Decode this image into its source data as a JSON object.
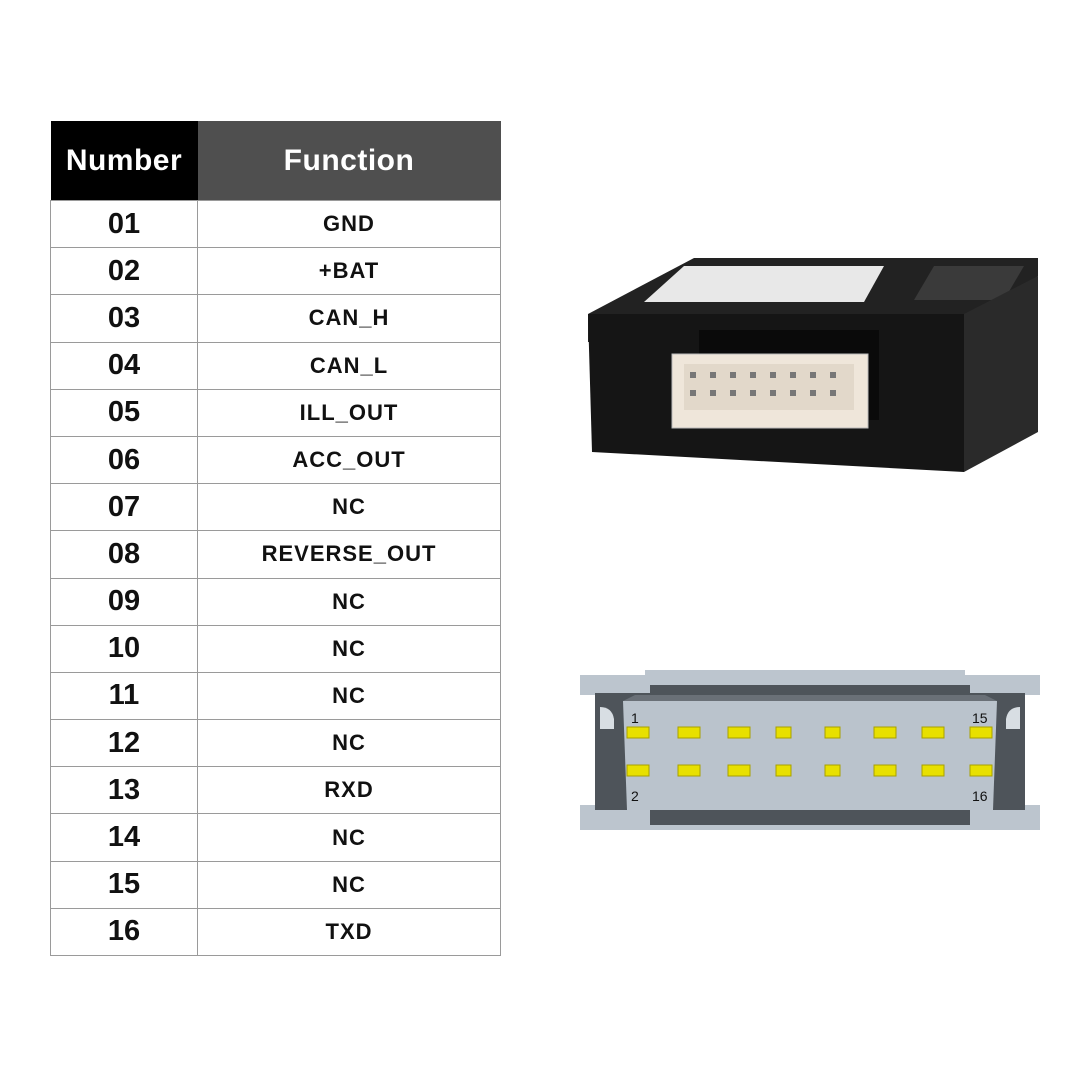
{
  "table": {
    "headers": {
      "number": "Number",
      "function": "Function"
    },
    "rows": [
      {
        "number": "01",
        "function": "GND"
      },
      {
        "number": "02",
        "function": "+BAT"
      },
      {
        "number": "03",
        "function": "CAN_H"
      },
      {
        "number": "04",
        "function": "CAN_L"
      },
      {
        "number": "05",
        "function": "ILL_OUT"
      },
      {
        "number": "06",
        "function": "ACC_OUT"
      },
      {
        "number": "07",
        "function": "NC"
      },
      {
        "number": "08",
        "function": "REVERSE_OUT"
      },
      {
        "number": "09",
        "function": "NC"
      },
      {
        "number": "10",
        "function": "NC"
      },
      {
        "number": "11",
        "function": "NC"
      },
      {
        "number": "12",
        "function": "NC"
      },
      {
        "number": "13",
        "function": "RXD"
      },
      {
        "number": "14",
        "function": "NC"
      },
      {
        "number": "15",
        "function": "NC"
      },
      {
        "number": "16",
        "function": "TXD"
      }
    ]
  },
  "connector": {
    "labels": {
      "top_left": "1",
      "top_right": "15",
      "bottom_left": "2",
      "bottom_right": "16"
    },
    "pin_count": 16,
    "colors": {
      "housing": "#c4ccd4",
      "pin": "#e8e000",
      "shadow": "#555a60"
    }
  }
}
